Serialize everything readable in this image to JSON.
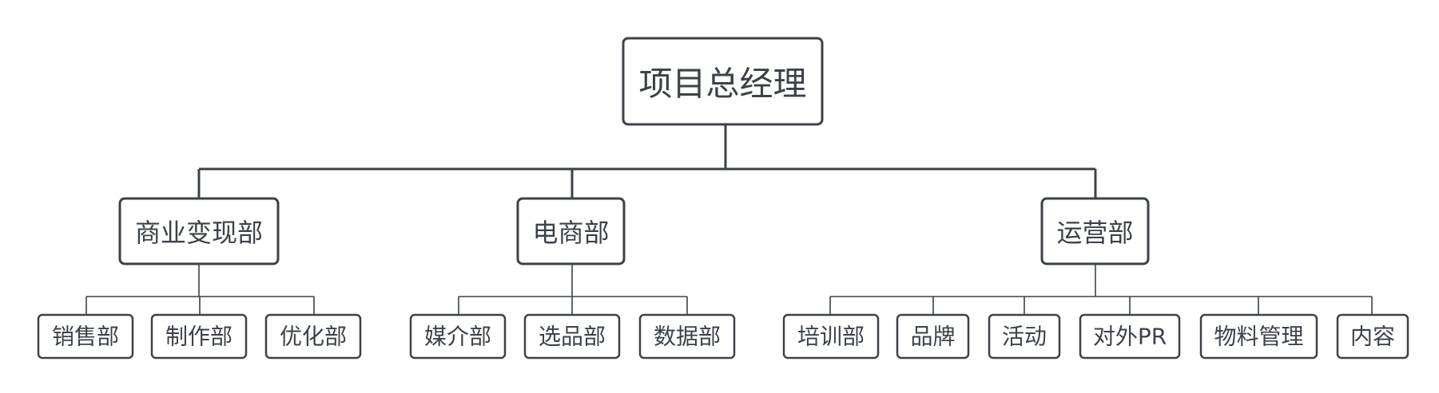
{
  "colors": {
    "stroke": "#3c424a",
    "text": "#3c424a",
    "background": "#ffffff"
  },
  "root": {
    "label": "项目总经理",
    "children": [
      {
        "label": "商业变现部",
        "children": [
          {
            "label": "销售部"
          },
          {
            "label": "制作部"
          },
          {
            "label": "优化部"
          }
        ]
      },
      {
        "label": "电商部",
        "children": [
          {
            "label": "媒介部"
          },
          {
            "label": "选品部"
          },
          {
            "label": "数据部"
          }
        ]
      },
      {
        "label": "运营部",
        "children": [
          {
            "label": "培训部"
          },
          {
            "label": "品牌"
          },
          {
            "label": "活动"
          },
          {
            "label": "对外PR"
          },
          {
            "label": "物料管理"
          },
          {
            "label": "内容"
          }
        ]
      }
    ]
  }
}
